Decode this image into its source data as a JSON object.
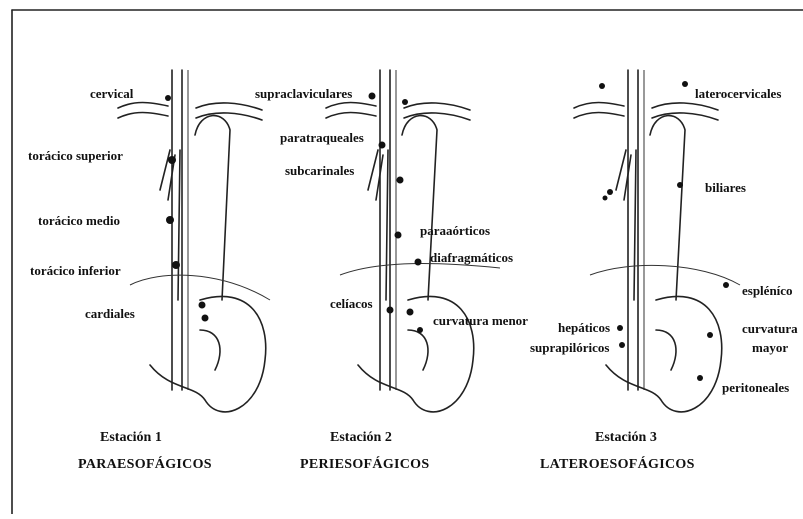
{
  "figure": {
    "panels": [
      {
        "title": "Estación  1",
        "subtitle": "PARAESOFÁGICOS",
        "labels": [
          "cervical",
          "torácico superior",
          "torácico medio",
          "torácico inferior",
          "cardiales"
        ]
      },
      {
        "title": "Estación 2",
        "subtitle": "PERIESOFÁGICOS",
        "labels": [
          "supraclaviculares",
          "paratraqueales",
          "subcarinales",
          "paraaórticos",
          "diafragmáticos",
          "celíacos",
          "curvatura menor"
        ]
      },
      {
        "title": "Estación 3",
        "subtitle": "LATEROESOFÁGICOS",
        "labels": [
          "laterocervicales",
          "biliares",
          "espléníco",
          "curvatura",
          "mayor",
          "hepáticos",
          "suprapilóricos",
          "peritoneales"
        ]
      }
    ]
  }
}
